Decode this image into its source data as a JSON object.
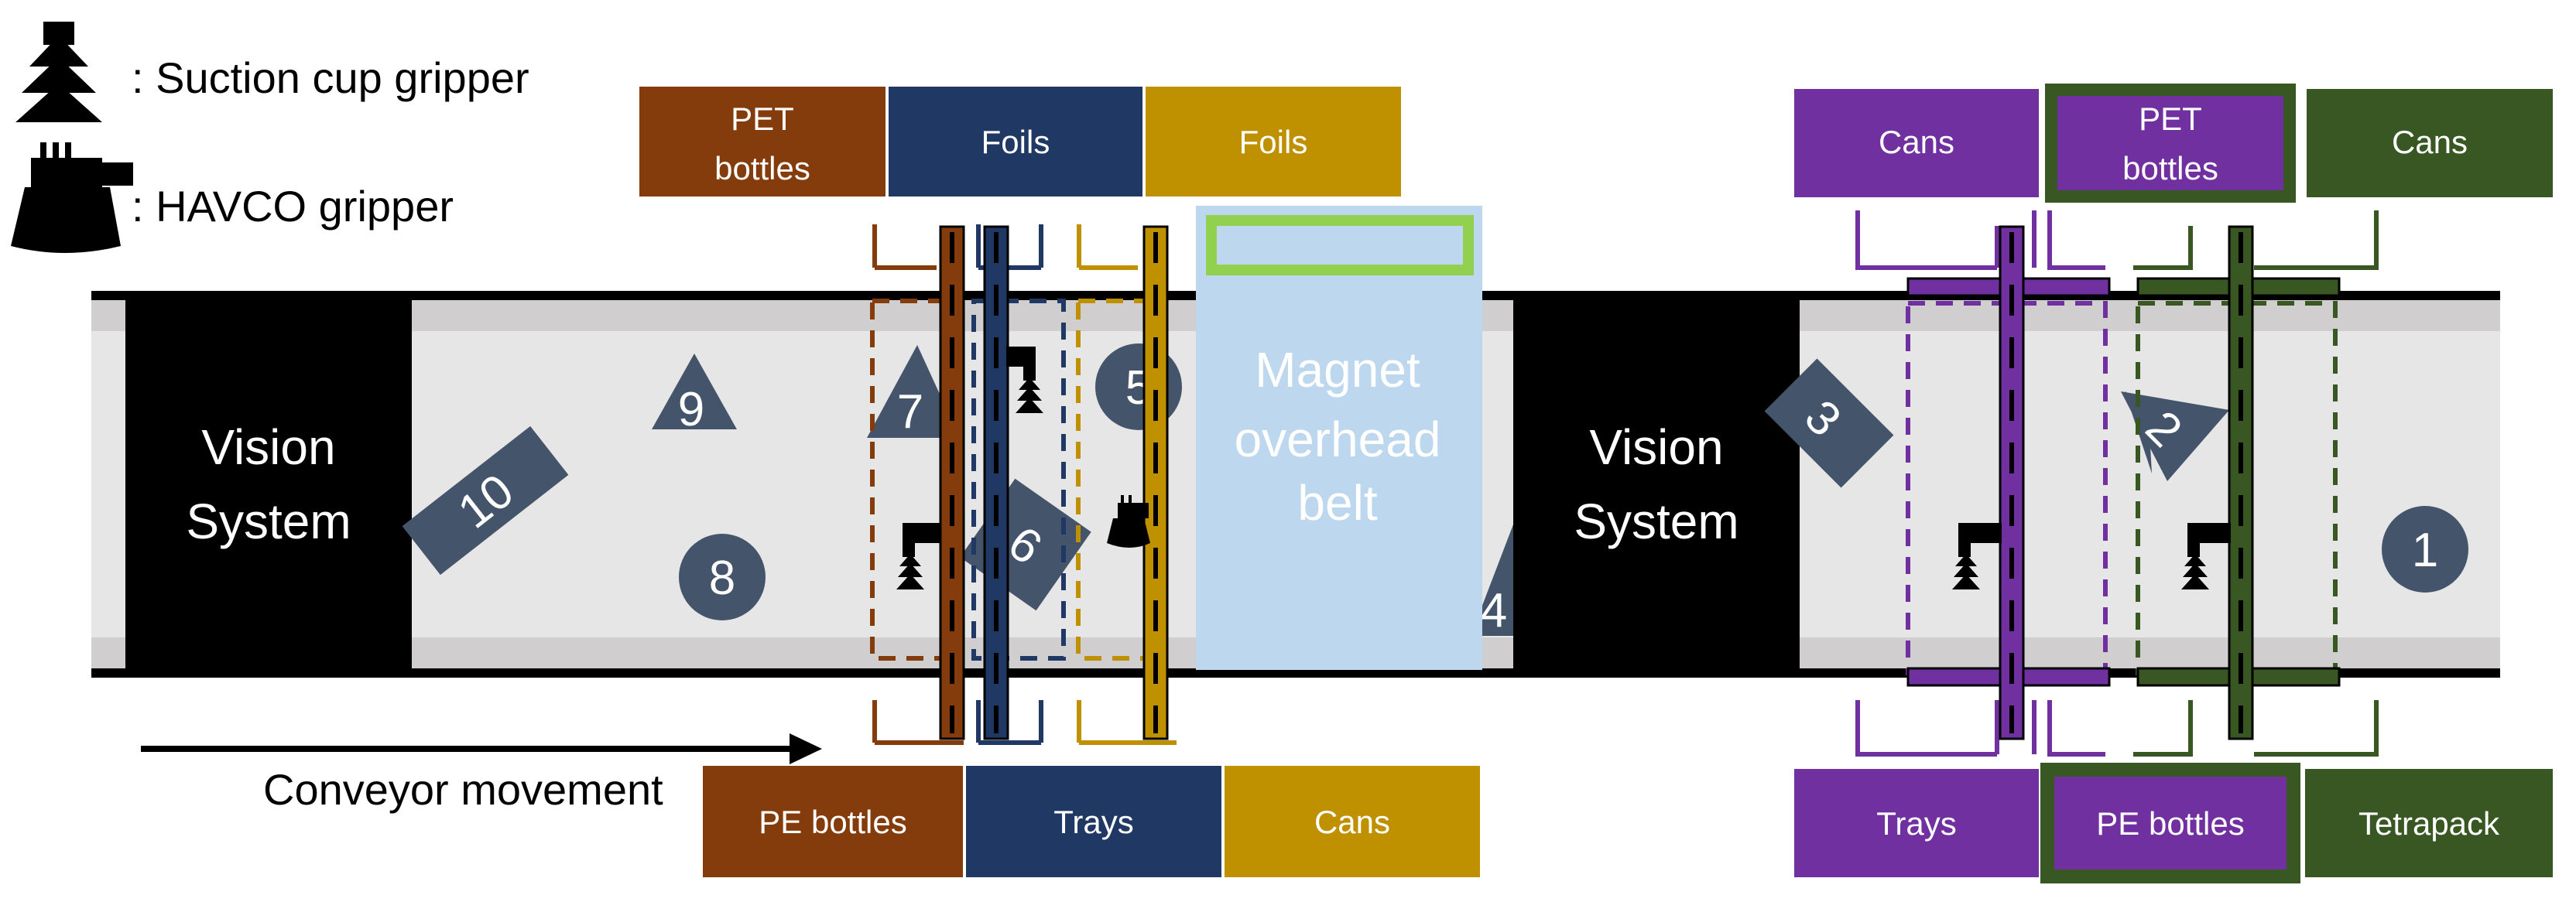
{
  "legend": {
    "suction_label": ": Suction cup gripper",
    "havco_label": ": HAVCO gripper",
    "suction_icon": "suction-cup-gripper-icon",
    "havco_icon": "havco-gripper-icon"
  },
  "stations": {
    "vision_1": {
      "line1": "Vision",
      "line2": "System"
    },
    "vision_2": {
      "line1": "Vision",
      "line2": "System"
    },
    "magnet": {
      "line1": "Magnet",
      "line2": "overhead",
      "line3": "belt"
    }
  },
  "conveyor": {
    "movement_label": "Conveyor movement"
  },
  "bins_top_left": [
    {
      "line1": "PET",
      "line2": "bottles",
      "color": "#843C0C"
    },
    {
      "line1": "Foils",
      "color": "#203864"
    },
    {
      "line1": "Foils",
      "color": "#BF9000"
    }
  ],
  "bins_bottom_left": [
    {
      "label": "PE bottles",
      "color": "#843C0C"
    },
    {
      "label": "Trays",
      "color": "#203864"
    },
    {
      "label": "Cans",
      "color": "#BF9000"
    }
  ],
  "bins_top_right": [
    {
      "label": "Cans",
      "color": "#7030A0"
    },
    {
      "line1": "PET",
      "line2": "bottles",
      "color": "#7030A0",
      "border": "#385723"
    },
    {
      "label": "Cans",
      "color": "#385723"
    }
  ],
  "bins_bottom_right": [
    {
      "label": "Trays",
      "color": "#7030A0"
    },
    {
      "label": "PE bottles",
      "color": "#7030A0",
      "border": "#385723"
    },
    {
      "label": "Tetrapack",
      "color": "#385723"
    }
  ],
  "objects": {
    "o1": "1",
    "o2": "2",
    "o3": "3",
    "o4": "4",
    "o5": "5",
    "o6": "6",
    "o7": "7",
    "o8": "8",
    "o9": "9",
    "o10": "10"
  },
  "colors": {
    "object_fill": "#44546A",
    "belt_light": "#E7E6E6",
    "belt_edge": "#D0CECE",
    "magnet_fill": "#BDD7EE",
    "magnet_accent": "#92D050",
    "brown": "#843C0C",
    "navy": "#203864",
    "gold": "#BF9000",
    "purple": "#7030A0",
    "green": "#385723"
  }
}
